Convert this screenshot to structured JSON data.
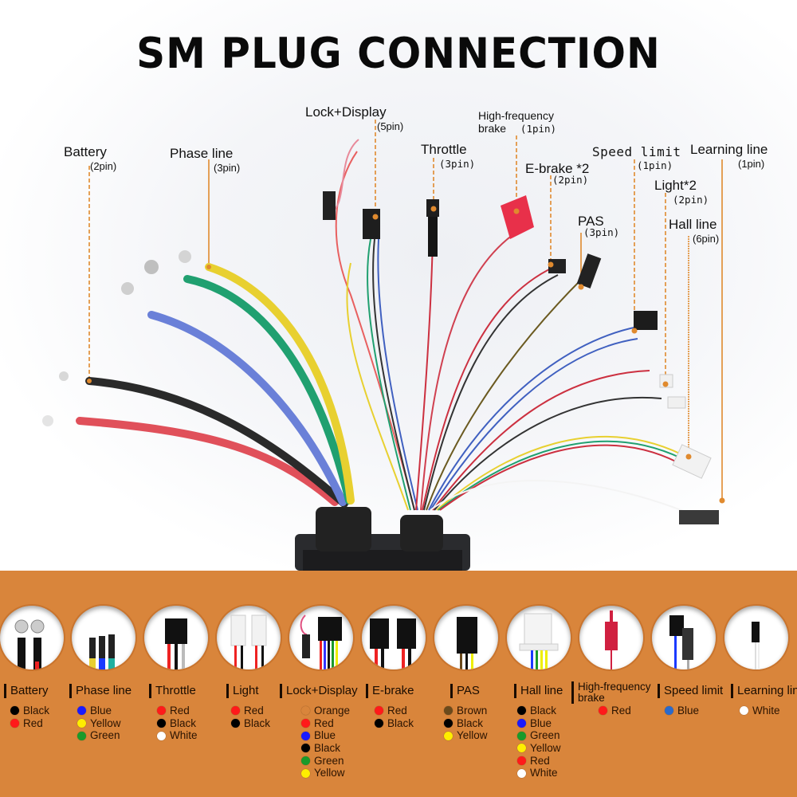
{
  "title": "SM PLUG CONNECTION",
  "accent_color": "#d9853b",
  "callouts": [
    {
      "name": "Battery",
      "pins": "(2pin)"
    },
    {
      "name": "Phase line",
      "pins": "(3pin)"
    },
    {
      "name": "Lock+Display",
      "pins": "(5pin)"
    },
    {
      "name": "High-frequency",
      "name2": "brake",
      "pins": "(1pin)"
    },
    {
      "name": "Throttle",
      "pins": "(3pin)"
    },
    {
      "name": "E-brake *2",
      "pins": "(2pin)"
    },
    {
      "name": "Speed limit",
      "pins": "(1pin)"
    },
    {
      "name": "Learning line",
      "pins": "(1pin)"
    },
    {
      "name": "Light*2",
      "pins": "(2pin)"
    },
    {
      "name": "PAS",
      "pins": "(3pin)"
    },
    {
      "name": "Hall line",
      "pins": "(6pin)"
    }
  ],
  "legend": [
    {
      "label": "Battery",
      "icon": "ring-terminal-pair-icon",
      "colors": [
        {
          "name": "Black",
          "hex": "#000000"
        },
        {
          "name": "Red",
          "hex": "#ff1a1a"
        }
      ]
    },
    {
      "label": "Phase line",
      "icon": "ring-terminal-triple-icon",
      "colors": [
        {
          "name": "Blue",
          "hex": "#1a1aff"
        },
        {
          "name": "Yellow",
          "hex": "#ffee00"
        },
        {
          "name": "Green",
          "hex": "#1a9a2a"
        }
      ]
    },
    {
      "label": "Throttle",
      "icon": "3pin-connector-icon",
      "colors": [
        {
          "name": "Red",
          "hex": "#ff1a1a"
        },
        {
          "name": "Black",
          "hex": "#000000"
        },
        {
          "name": "White",
          "hex": "#ffffff"
        }
      ]
    },
    {
      "label": "Light",
      "icon": "white-2pin-connector-icon",
      "colors": [
        {
          "name": "Red",
          "hex": "#ff1a1a"
        },
        {
          "name": "Black",
          "hex": "#000000"
        }
      ]
    },
    {
      "label": "Lock+Display",
      "icon": "lock-display-connector-icon",
      "colors": [
        {
          "name": "Orange",
          "hex": "#d9853b"
        },
        {
          "name": "Red",
          "hex": "#ff1a1a"
        },
        {
          "name": "Blue",
          "hex": "#1a1aff"
        },
        {
          "name": "Black",
          "hex": "#000000"
        },
        {
          "name": "Green",
          "hex": "#1a9a2a"
        },
        {
          "name": "Yellow",
          "hex": "#ffee00"
        }
      ]
    },
    {
      "label": "E-brake",
      "icon": "ebrake-connector-pair-icon",
      "colors": [
        {
          "name": "Red",
          "hex": "#ff1a1a"
        },
        {
          "name": "Black",
          "hex": "#000000"
        }
      ]
    },
    {
      "label": "PAS",
      "icon": "pas-connector-icon",
      "colors": [
        {
          "name": "Brown",
          "hex": "#6b4a1c"
        },
        {
          "name": "Black",
          "hex": "#000000"
        },
        {
          "name": "Yellow",
          "hex": "#ffee00"
        }
      ]
    },
    {
      "label": "Hall line",
      "icon": "hall-6pin-connector-icon",
      "colors": [
        {
          "name": "Black",
          "hex": "#000000"
        },
        {
          "name": "Blue",
          "hex": "#1a1aff"
        },
        {
          "name": "Green",
          "hex": "#1a9a2a"
        },
        {
          "name": "Yellow",
          "hex": "#ffee00"
        },
        {
          "name": "Red",
          "hex": "#ff1a1a"
        },
        {
          "name": "White",
          "hex": "#ffffff"
        }
      ]
    },
    {
      "label": "High-frequency",
      "label2": "brake",
      "icon": "red-1pin-connector-icon",
      "colors": [
        {
          "name": "Red",
          "hex": "#ff1a1a"
        }
      ]
    },
    {
      "label": "Speed limit",
      "icon": "speed-limit-connector-icon",
      "colors": [
        {
          "name": "Blue",
          "hex": "#2a6acc"
        }
      ]
    },
    {
      "label": "Learning line",
      "icon": "learning-line-connector-icon",
      "colors": [
        {
          "name": "White",
          "hex": "#ffffff"
        }
      ]
    }
  ]
}
